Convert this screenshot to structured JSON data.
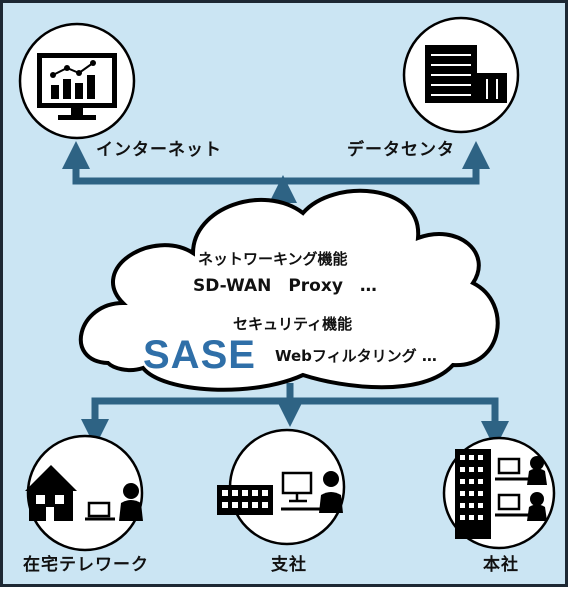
{
  "nodes": {
    "internet": {
      "label": "インターネット",
      "icon": "monitor-chart-icon"
    },
    "datacenter": {
      "label": "データセンタ",
      "icon": "server-building-icon"
    },
    "telework": {
      "label": "在宅テレワーク",
      "icon": "home-laptop-worker-icon"
    },
    "branch": {
      "label": "支社",
      "icon": "branch-office-worker-icon"
    },
    "headquarters": {
      "label": "本社",
      "icon": "headquarters-workers-icon"
    }
  },
  "cloud": {
    "networking_title": "ネットワーキング機能",
    "networking_items": "SD-WAN　Proxy　…",
    "security_title": "セキュリティ機能",
    "security_items": "Webフィルタリング …",
    "name": "SASE"
  },
  "colors": {
    "background": "#cbe5f3",
    "arrow": "#2e6384",
    "sase_text": "#2f6fa8"
  }
}
